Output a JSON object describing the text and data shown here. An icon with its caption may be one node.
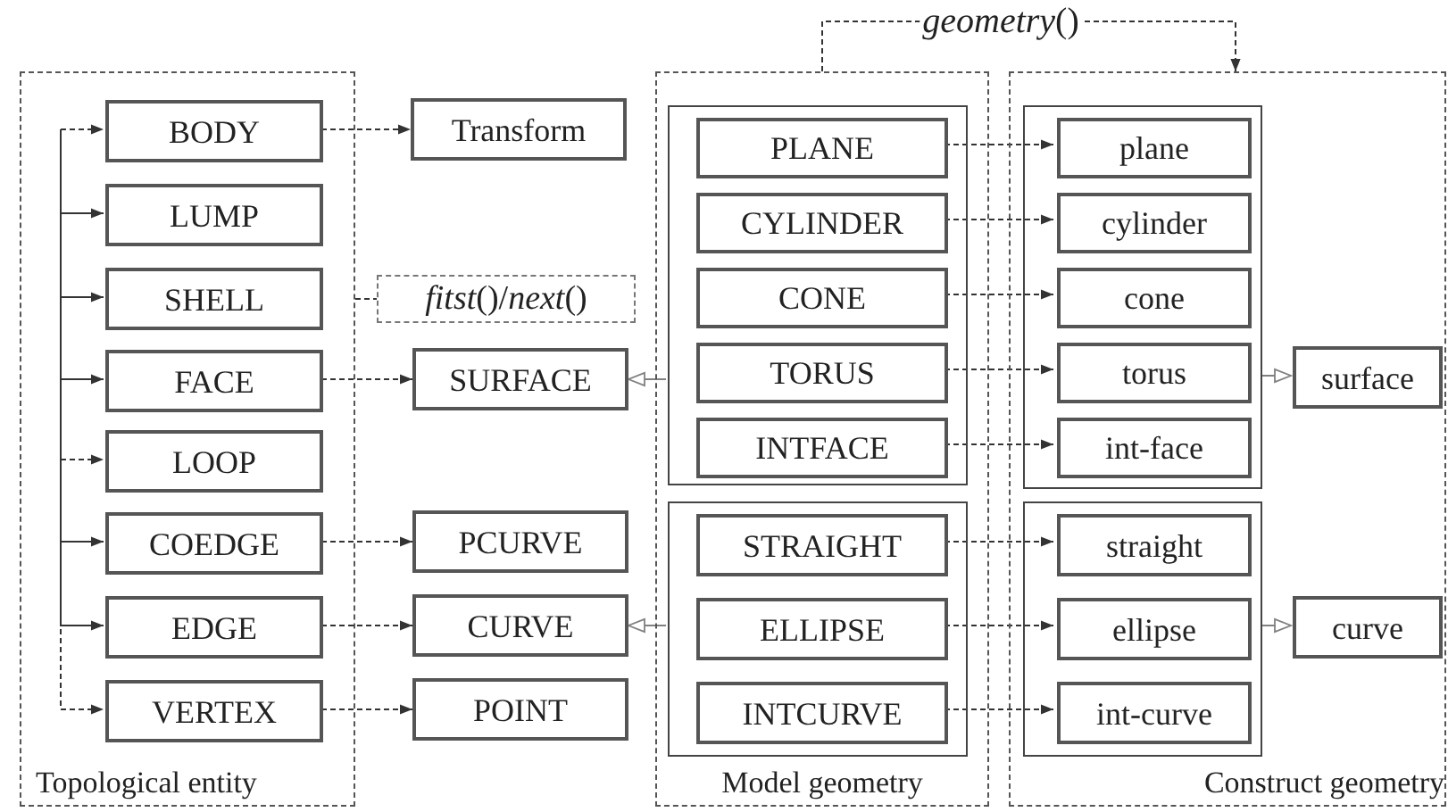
{
  "diagram": {
    "nodes": [
      {
        "text": [
          "Topological entity"
        ]
      },
      {
        "text": [
          "BODY"
        ],
        "in": 0
      },
      {
        "text": [
          "LUMP"
        ],
        "in": 0
      },
      {
        "text": [
          "SHELL"
        ],
        "in": 0
      },
      {
        "text": [
          "FACE"
        ],
        "in": 0
      },
      {
        "text": [
          "LOOP"
        ],
        "in": 0
      },
      {
        "text": [
          "COEDGE"
        ],
        "in": 0
      },
      {
        "text": [
          "EDGE"
        ],
        "in": 0
      },
      {
        "text": [
          "VERTEX"
        ],
        "in": 0
      },
      {
        "text": [
          "Transform"
        ]
      },
      {
        "text": [
          "*fitst*()/*next*()"
        ]
      },
      {
        "text": [
          "SURFACE"
        ]
      },
      {
        "text": [
          "PCURVE"
        ]
      },
      {
        "text": [
          "CURVE"
        ]
      },
      {
        "text": [
          "POINT"
        ]
      },
      {
        "text": [
          "Model geometry"
        ]
      },
      {
        "text": [],
        "shape": "box",
        "in": 15
      },
      {
        "text": [
          "PLANE"
        ],
        "in": 16
      },
      {
        "text": [
          "CYLINDER"
        ],
        "in": 16
      },
      {
        "text": [
          "CONE"
        ],
        "in": 16
      },
      {
        "text": [
          "TORUS"
        ],
        "in": 16
      },
      {
        "text": [
          "INTFACE"
        ],
        "in": 16
      },
      {
        "text": [],
        "shape": "box",
        "in": 15
      },
      {
        "text": [
          "STRAIGHT"
        ],
        "in": 22
      },
      {
        "text": [
          "ELLIPSE"
        ],
        "in": 22
      },
      {
        "text": [
          "INTCURVE"
        ],
        "in": 22
      },
      {
        "text": [
          "Construct geometry"
        ]
      },
      {
        "text": [],
        "shape": "box",
        "in": 26
      },
      {
        "text": [
          "plane"
        ],
        "in": 27
      },
      {
        "text": [
          "cylinder"
        ],
        "in": 27
      },
      {
        "text": [
          "cone"
        ],
        "in": 27
      },
      {
        "text": [
          "torus"
        ],
        "in": 27
      },
      {
        "text": [
          "int-face"
        ],
        "in": 27
      },
      {
        "text": [],
        "shape": "box",
        "in": 26
      },
      {
        "text": [
          "straight"
        ],
        "in": 33
      },
      {
        "text": [
          "ellipse"
        ],
        "in": 33
      },
      {
        "text": [
          "int-curve"
        ],
        "in": 33
      },
      {
        "text": [
          "surface"
        ],
        "in": 26
      },
      {
        "text": [
          "curve"
        ],
        "in": 26
      }
    ],
    "edges": [
      {
        "from": null,
        "to": 1,
        "arrow": "to",
        "style": "dashed"
      },
      {
        "from": null,
        "to": 2,
        "arrow": "to"
      },
      {
        "from": null,
        "to": 3,
        "arrow": "to"
      },
      {
        "from": null,
        "to": 4,
        "arrow": "to"
      },
      {
        "from": null,
        "to": 5,
        "arrow": "to",
        "style": "dashed"
      },
      {
        "from": null,
        "to": 6,
        "arrow": "to"
      },
      {
        "from": null,
        "to": 7,
        "arrow": "to"
      },
      {
        "from": null,
        "to": 8,
        "arrow": "to",
        "style": "dashed"
      },
      {
        "from": 1,
        "to": 9,
        "arrow": "to",
        "style": "dashed"
      },
      {
        "from": 0,
        "to": 10,
        "arrow": "none",
        "style": "dashed"
      },
      {
        "from": 4,
        "to": 11,
        "arrow": "to",
        "style": "dashed"
      },
      {
        "from": 6,
        "to": 12,
        "arrow": "to",
        "style": "dashed"
      },
      {
        "from": 7,
        "to": 13,
        "arrow": "to",
        "style": "dashed"
      },
      {
        "from": 8,
        "to": 14,
        "arrow": "to",
        "style": "dashed"
      },
      {
        "from": 16,
        "to": 11,
        "arrow": "to",
        "color": "#808080"
      },
      {
        "from": 22,
        "to": 13,
        "arrow": "to",
        "color": "#808080"
      },
      {
        "from": 17,
        "to": 28,
        "arrow": "to",
        "style": "dashed"
      },
      {
        "from": 18,
        "to": 29,
        "arrow": "to",
        "style": "dashed"
      },
      {
        "from": 19,
        "to": 30,
        "arrow": "to",
        "style": "dashed"
      },
      {
        "from": 20,
        "to": 31,
        "arrow": "to",
        "style": "dashed"
      },
      {
        "from": 21,
        "to": 32,
        "arrow": "to",
        "style": "dashed"
      },
      {
        "from": 23,
        "to": 34,
        "arrow": "to",
        "style": "dashed"
      },
      {
        "from": 24,
        "to": 35,
        "arrow": "to",
        "style": "dashed"
      },
      {
        "from": 25,
        "to": 36,
        "arrow": "to",
        "style": "dashed"
      },
      {
        "from": 27,
        "to": 37,
        "arrow": "to",
        "color": "#808080"
      },
      {
        "from": 33,
        "to": 38,
        "arrow": "to",
        "color": "#808080"
      },
      {
        "from": 15,
        "to": 26,
        "arrow": "to",
        "style": "dashed",
        "label": "*geometry*()"
      }
    ]
  }
}
